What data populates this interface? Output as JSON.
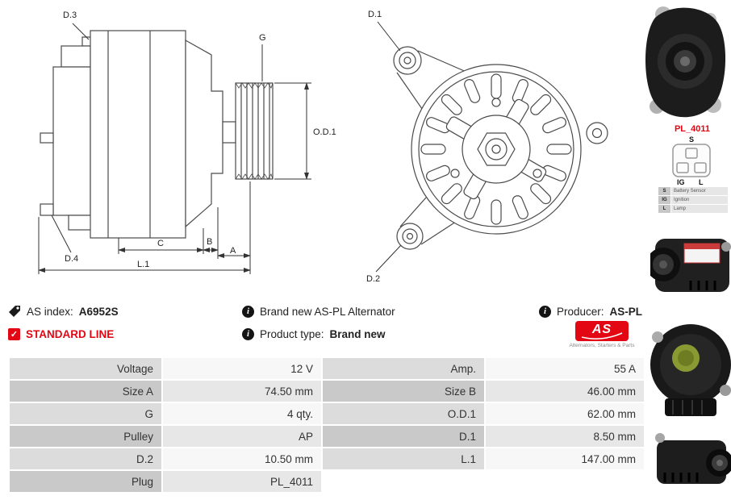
{
  "info": {
    "as_index_label": "AS index:",
    "as_index_value": "A6952S",
    "standard_line": "STANDARD LINE",
    "brand_new_text": "Brand new AS-PL Alternator",
    "product_type_label": "Product type:",
    "product_type_value": "Brand new",
    "producer_label": "Producer:",
    "producer_value": "AS-PL",
    "logo_text": "AS",
    "logo_tagline": "Alternators, Starters & Parts"
  },
  "icons": {
    "info_glyph": "i",
    "check_glyph": "✓"
  },
  "drawings": {
    "side": {
      "d3": "D.3",
      "g": "G",
      "od1": "O.D.1",
      "c": "C",
      "b": "B",
      "a": "A",
      "l1": "L.1",
      "d4": "D.4"
    },
    "front": {
      "d1": "D.1",
      "d2": "D.2"
    }
  },
  "plug": {
    "name": "PL_4011",
    "pin_s": "S",
    "pin_ig": "IG",
    "pin_l": "L",
    "legend": [
      {
        "pin": "S",
        "desc": "Battery Sensor"
      },
      {
        "pin": "IG",
        "desc": "Ignition"
      },
      {
        "pin": "L",
        "desc": "Lamp"
      }
    ]
  },
  "specs": {
    "rows": [
      {
        "l1": "Voltage",
        "v1": "12 V",
        "l2": "Amp.",
        "v2": "55 A"
      },
      {
        "l1": "Size A",
        "v1": "74.50 mm",
        "l2": "Size B",
        "v2": "46.00 mm"
      },
      {
        "l1": "G",
        "v1": "4 qty.",
        "l2": "O.D.1",
        "v2": "62.00 mm"
      },
      {
        "l1": "Pulley",
        "v1": "AP",
        "l2": "D.1",
        "v2": "8.50 mm"
      },
      {
        "l1": "D.2",
        "v1": "10.50 mm",
        "l2": "L.1",
        "v2": "147.00 mm"
      },
      {
        "l1": "Plug",
        "v1": "PL_4011",
        "l2": "",
        "v2": ""
      }
    ]
  },
  "colors": {
    "accent_red": "#e30613"
  }
}
